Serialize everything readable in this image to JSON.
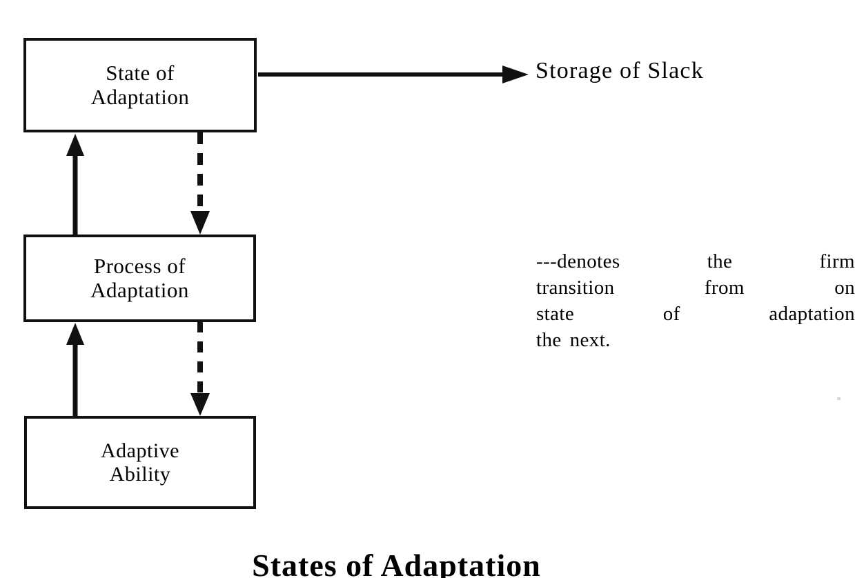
{
  "diagram": {
    "title": "States of Adaptation",
    "nodes": [
      {
        "id": "state",
        "line1": "State of",
        "line2": "Adaptation"
      },
      {
        "id": "process",
        "line1": "Process of",
        "line2": "Adaptation"
      },
      {
        "id": "ability",
        "line1": "Adaptive",
        "line2": "Ability"
      }
    ],
    "output_label": "Storage of Slack",
    "legend": {
      "lines": [
        [
          "---denotes",
          "the",
          "firm"
        ],
        [
          "transition",
          "from",
          "on"
        ],
        [
          "state",
          "of",
          "adaptation"
        ],
        [
          "the",
          "next."
        ]
      ],
      "full_text": "---denotes the firm transition from on state of adaptation the next."
    },
    "edges": [
      {
        "id": "state-to-storage",
        "style": "solid",
        "direction": "right",
        "from": "state",
        "to": "output_label"
      },
      {
        "id": "state-to-process",
        "style": "dashed",
        "direction": "down",
        "from": "state",
        "to": "process"
      },
      {
        "id": "process-to-state",
        "style": "solid",
        "direction": "up",
        "from": "process",
        "to": "state"
      },
      {
        "id": "process-to-ability",
        "style": "dashed",
        "direction": "down",
        "from": "process",
        "to": "ability"
      },
      {
        "id": "ability-to-process",
        "style": "solid",
        "direction": "up",
        "from": "ability",
        "to": "process"
      }
    ],
    "colors": {
      "ink": "#111111",
      "background": "#ffffff"
    }
  }
}
